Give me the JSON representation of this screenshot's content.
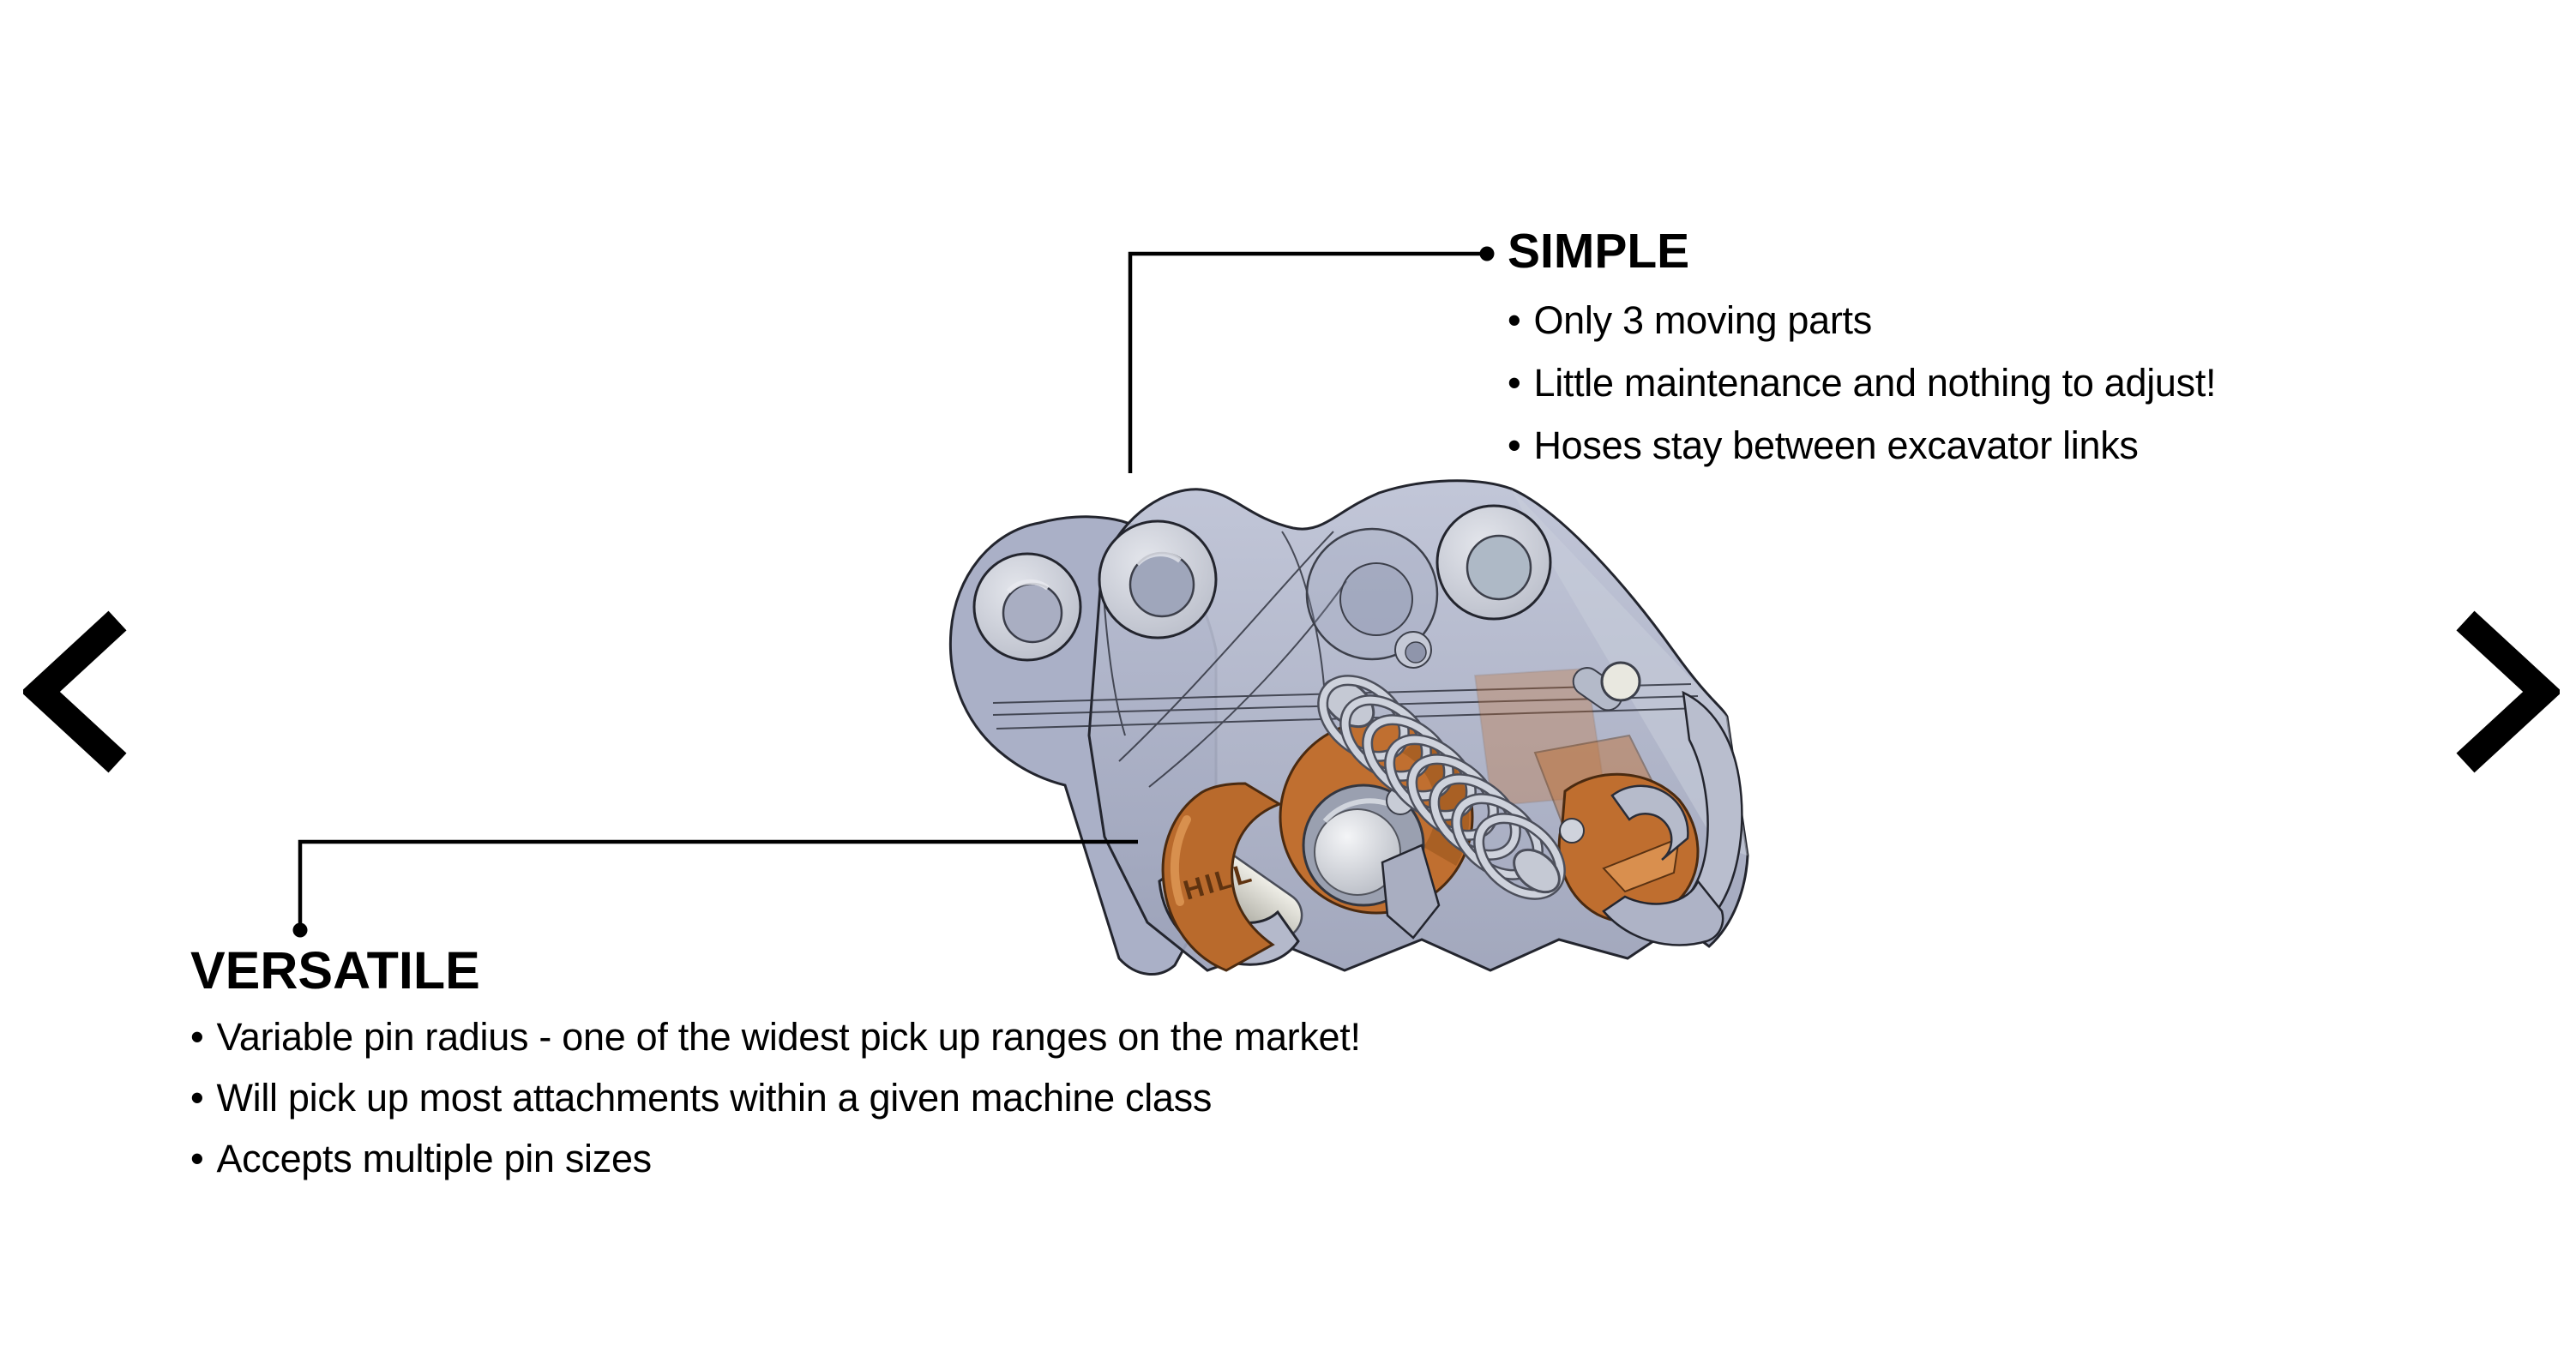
{
  "slide": {
    "bullet_char": "•",
    "callouts": {
      "simple": {
        "heading": "SIMPLE",
        "bullets": [
          "Only 3 moving parts",
          "Little maintenance and nothing to adjust!",
          "Hoses stay between excavator links"
        ]
      },
      "versatile": {
        "heading": "VERSATILE",
        "bullets": [
          "Variable pin radius - one of the widest pick up ranges on the market!",
          "Will pick up most attachments within a given machine class",
          "Accepts multiple pin sizes"
        ]
      }
    },
    "figure": {
      "description": "quick-coupler-3d-cad-render",
      "brand_text": "HILL",
      "colors": {
        "outline": "#23252e",
        "plate": "#b2b7cc",
        "bushing": "#cdd0d8",
        "orange": "#c06f30",
        "orange_dark": "#96521c",
        "spring": "#ced2dc",
        "pin": "#e9e8e0",
        "leader_line": "#000000"
      }
    },
    "nav": {
      "prev_icon": "chevron-left",
      "next_icon": "chevron-right"
    }
  }
}
